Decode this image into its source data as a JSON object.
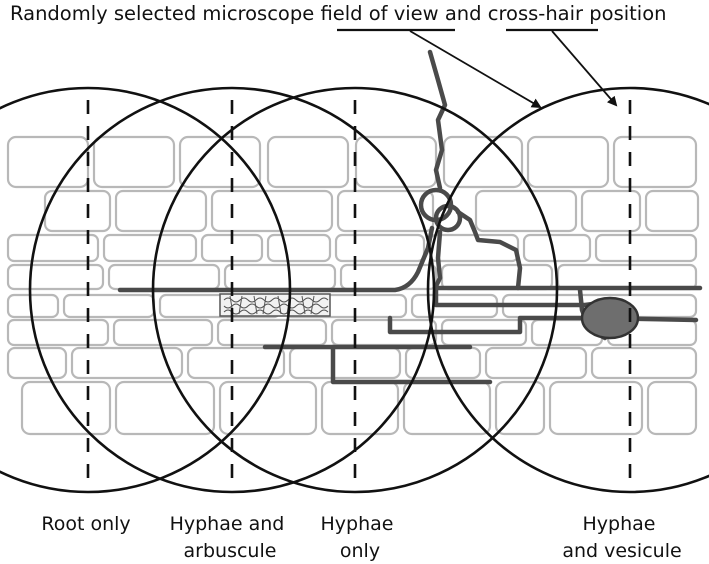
{
  "title": {
    "prefix": "Randomly selected microscope ",
    "term1": "field of view",
    "middle": " and ",
    "term2": "cross-hair",
    "suffix": " position"
  },
  "labels": [
    {
      "lines": [
        "Root only"
      ]
    },
    {
      "lines": [
        "Hyphae and",
        "arbuscule"
      ]
    },
    {
      "lines": [
        "Hyphae",
        "only"
      ]
    },
    {
      "lines": [
        "Hyphae",
        "and vesicule"
      ]
    }
  ],
  "colors": {
    "ink": "#111111",
    "cell_outline": "#b8b8b8",
    "hypha": "#4a4a4a",
    "vesicle_fill": "#6e6e6e",
    "arbuscule": "#555555"
  }
}
